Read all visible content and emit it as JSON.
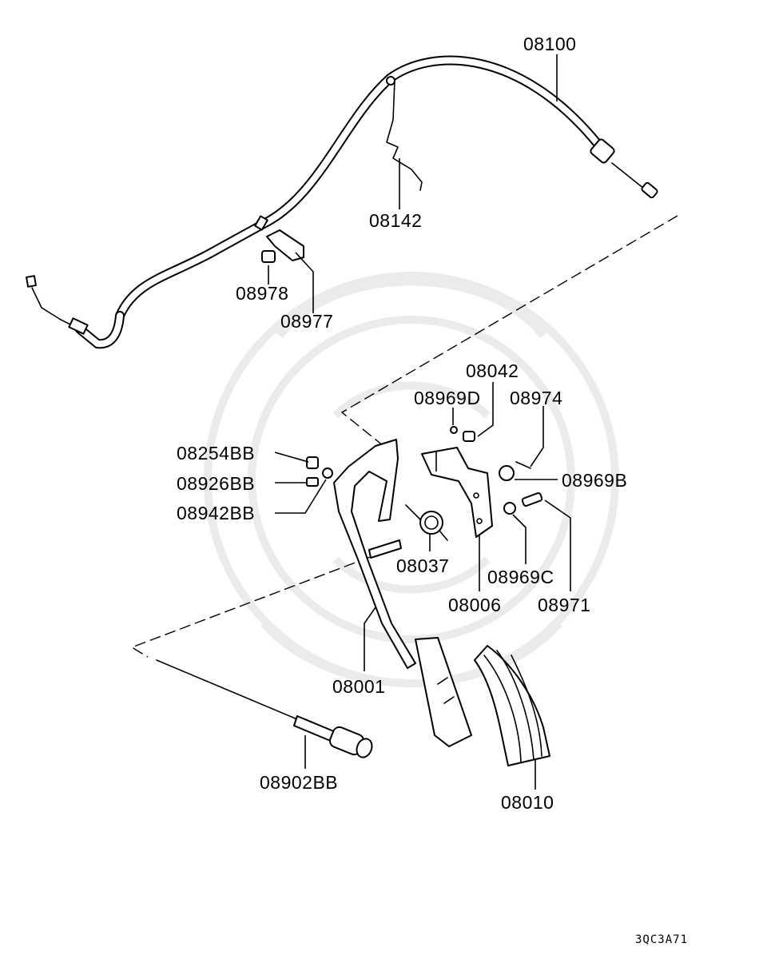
{
  "diagram": {
    "callouts": [
      {
        "id": "08100",
        "label": "08100"
      },
      {
        "id": "08142",
        "label": "08142"
      },
      {
        "id": "08978",
        "label": "08978"
      },
      {
        "id": "08977",
        "label": "08977"
      },
      {
        "id": "08042",
        "label": "08042"
      },
      {
        "id": "08969D",
        "label": "08969D"
      },
      {
        "id": "08974",
        "label": "08974"
      },
      {
        "id": "08254BB",
        "label": "08254BB"
      },
      {
        "id": "08926BB",
        "label": "08926BB"
      },
      {
        "id": "08942BB",
        "label": "08942BB"
      },
      {
        "id": "08969B",
        "label": "08969B"
      },
      {
        "id": "08037",
        "label": "08037"
      },
      {
        "id": "08969C",
        "label": "08969C"
      },
      {
        "id": "08971",
        "label": "08971"
      },
      {
        "id": "08006",
        "label": "08006"
      },
      {
        "id": "08001",
        "label": "08001"
      },
      {
        "id": "08902BB",
        "label": "08902BB"
      },
      {
        "id": "08010",
        "label": "08010"
      }
    ],
    "diagram_code": "3QC3A71",
    "colors": {
      "line": "#000000",
      "background": "#ffffff",
      "watermark": "#e9e9e9"
    }
  }
}
